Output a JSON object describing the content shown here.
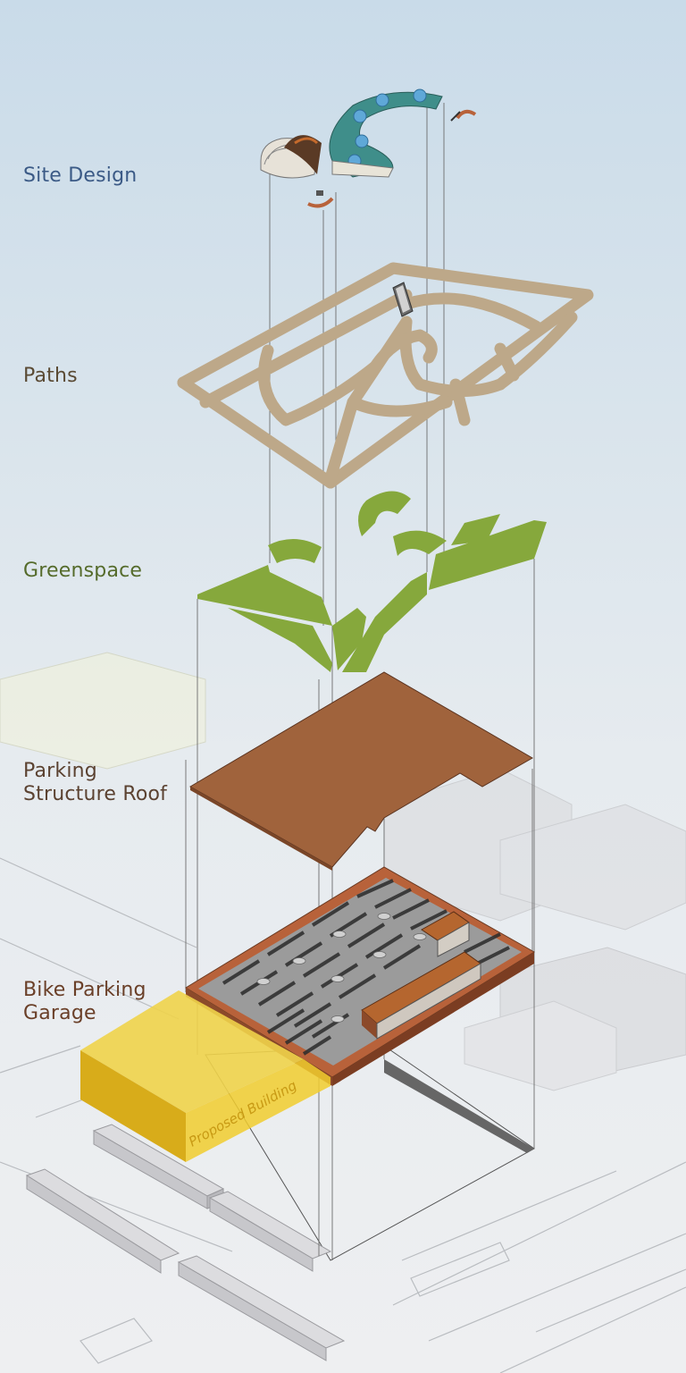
{
  "layers": [
    {
      "id": "site",
      "label": "Site Design",
      "color": "#3b5a86"
    },
    {
      "id": "paths",
      "label": "Paths",
      "color": "#5a4a34"
    },
    {
      "id": "green",
      "label": "Greenspace",
      "color": "#556b2b"
    },
    {
      "id": "roof",
      "label": "Parking Structure Roof",
      "label_lines": [
        "Parking",
        "Structure Roof"
      ],
      "color": "#5b4231"
    },
    {
      "id": "bike",
      "label": "Bike Parking Garage",
      "label_lines": [
        "Bike Parking",
        "Garage"
      ],
      "color": "#6a3f28"
    }
  ],
  "proposed_building": {
    "label": "Proposed Building",
    "color": "#e8c21c"
  },
  "colors": {
    "path_fill": "#bda889",
    "green_fill": "#86a83c",
    "roof_fill": "#a0633c",
    "garage_wall": "#b8623a",
    "garage_floor": "#9a9a9a",
    "water": "#5fa8d8"
  }
}
